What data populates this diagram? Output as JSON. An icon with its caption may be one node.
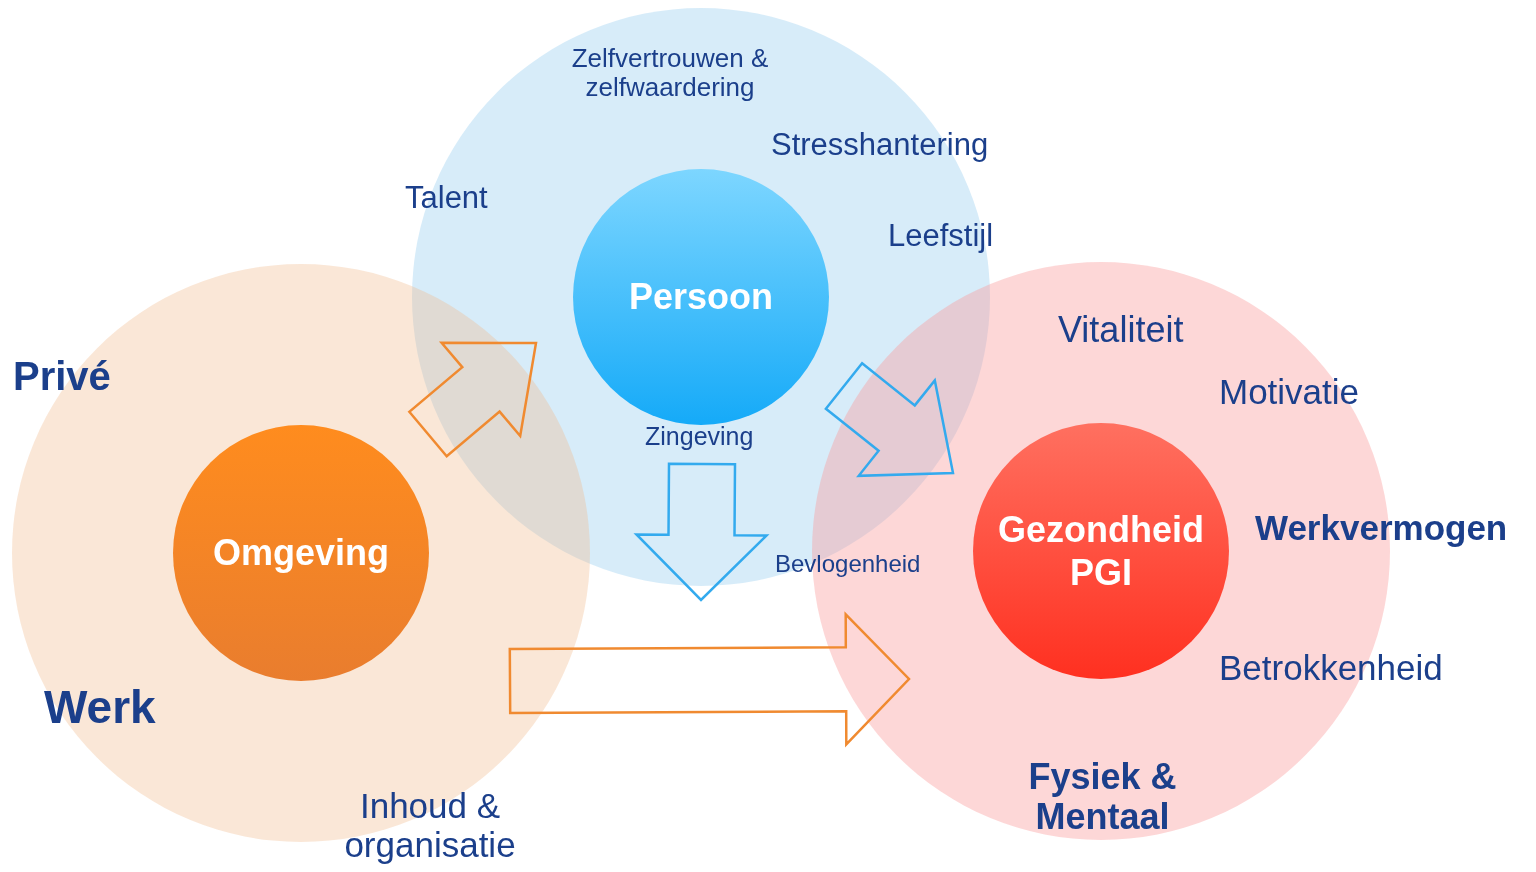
{
  "diagram": {
    "nodes": [
      {
        "text": [
          "Zelfvertrouwen & zelfwaardering",
          "Stresshantering",
          "Talent",
          "Leefstijl",
          "Zingeving"
        ]
      },
      {
        "text": [
          "Persoon"
        ],
        "in": 0
      },
      {
        "text": [
          "Privé",
          "Werk",
          "Inhoud & organisatie"
        ]
      },
      {
        "text": [
          "Omgeving"
        ],
        "in": 2
      },
      {
        "text": [
          "Vitaliteit",
          "Motivatie",
          "Werkvermogen",
          "Bevlogenheid",
          "Betrokkenheid",
          "Fysiek & Mentaal"
        ]
      },
      {
        "text": [
          "Gezondheid PGI"
        ],
        "in": 4
      }
    ],
    "edges": [
      {
        "from": 3,
        "to": 1,
        "arrow": "to",
        "color": "#f08a30"
      },
      {
        "from": 1,
        "to": 5,
        "arrow": "to",
        "color": "#33aaee"
      },
      {
        "from": 1,
        "to": null,
        "arrow": "to",
        "color": "#33aaee"
      },
      {
        "from": 3,
        "to": 5,
        "arrow": "to",
        "color": "#f08a30"
      }
    ]
  }
}
